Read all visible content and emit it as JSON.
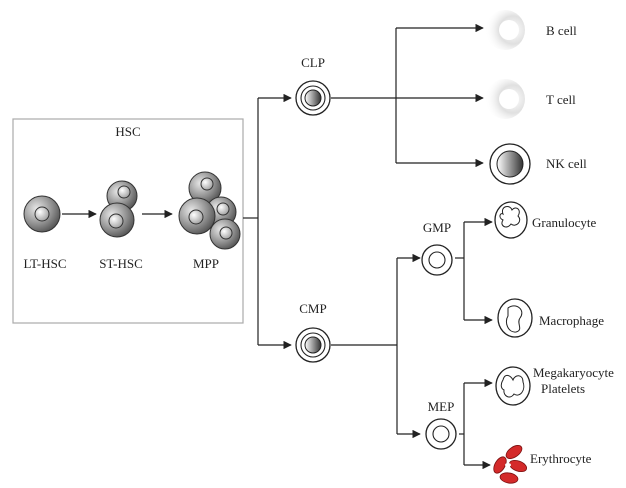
{
  "labels": {
    "hsc": "HSC",
    "lt_hsc": "LT-HSC",
    "st_hsc": "ST-HSC",
    "mpp": "MPP",
    "clp": "CLP",
    "cmp": "CMP",
    "gmp": "GMP",
    "mep": "MEP",
    "b_cell": "B cell",
    "t_cell": "T cell",
    "nk_cell": "NK cell",
    "granulocyte": "Granulocyte",
    "macrophage": "Macrophage",
    "megakaryocyte": "Megakaryocyte",
    "platelets": "Platelets",
    "erythrocyte": "Erythrocyte"
  },
  "colors": {
    "line": "#222222",
    "cell_gray": "#8a8a8a",
    "erythrocyte_red": "#d42a2a",
    "box_border": "#aaaaaa"
  }
}
